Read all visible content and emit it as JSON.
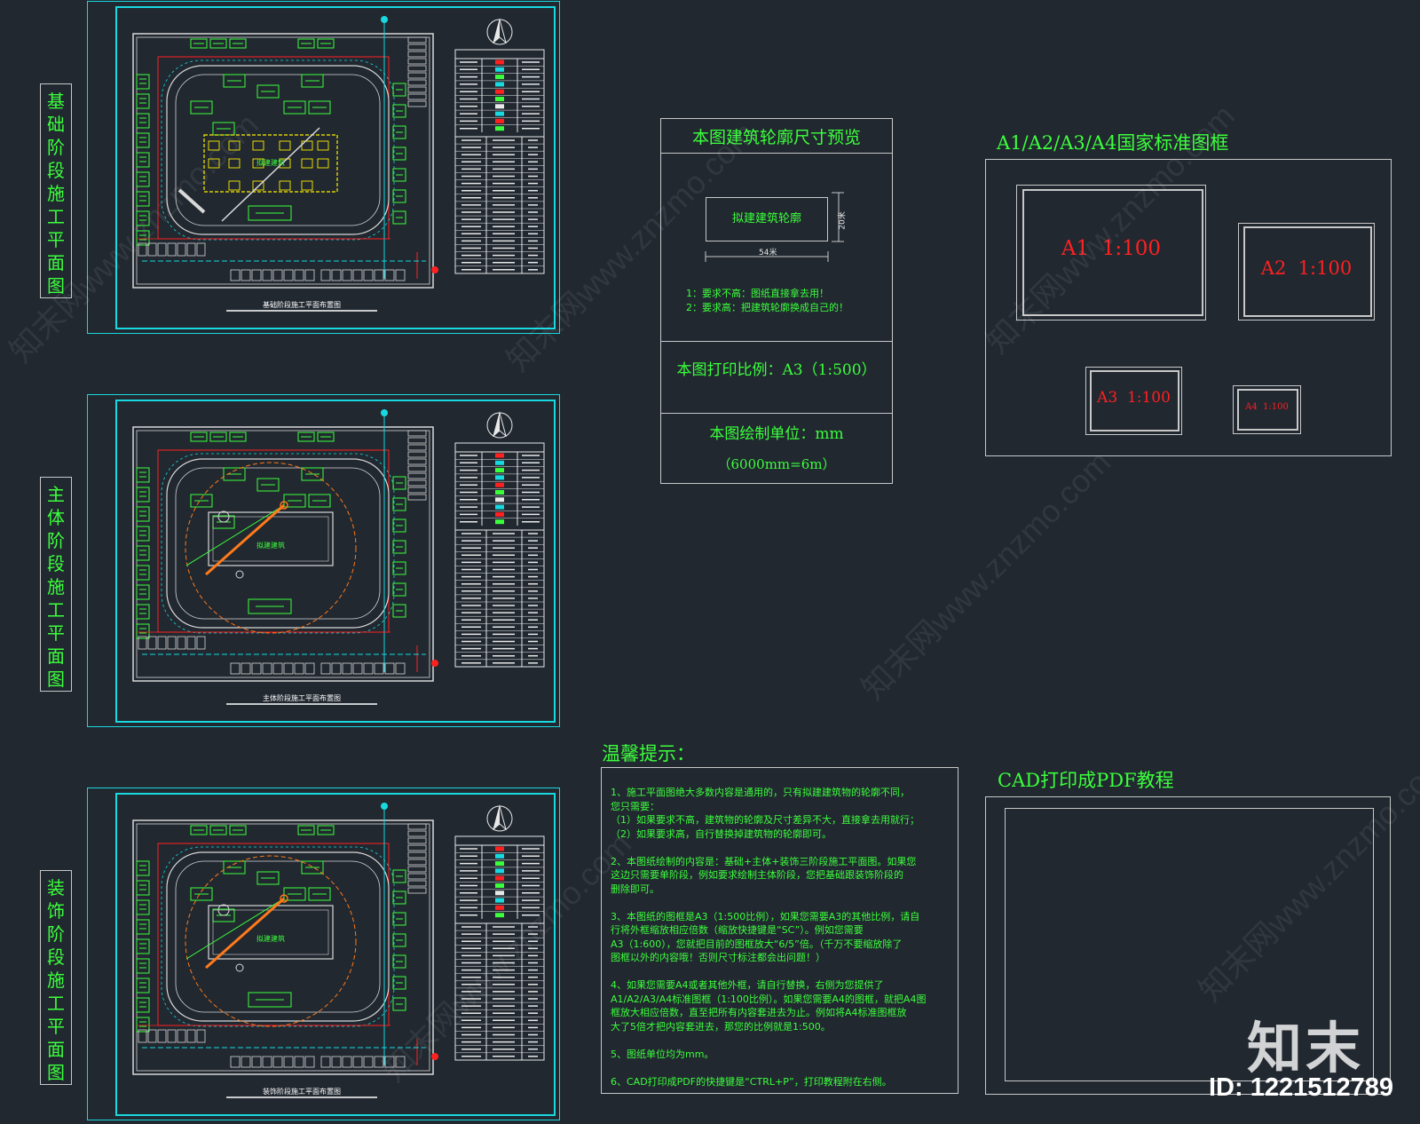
{
  "stages": [
    {
      "label": [
        "基",
        "础",
        "阶",
        "段",
        "施",
        "工",
        "平",
        "面",
        "图"
      ],
      "plan_title": "基础阶段施工平面布置图",
      "building_label": "拟建建筑"
    },
    {
      "label": [
        "主",
        "体",
        "阶",
        "段",
        "施",
        "工",
        "平",
        "面",
        "图"
      ],
      "plan_title": "主体阶段施工平面布置图",
      "building_label": "拟建建筑"
    },
    {
      "label": [
        "装",
        "饰",
        "阶",
        "段",
        "施",
        "工",
        "平",
        "面",
        "图"
      ],
      "plan_title": "装饰阶段施工平面布置图",
      "building_label": "拟建建筑"
    }
  ],
  "preview": {
    "title": "本图建筑轮廓尺寸预览",
    "building_outline": "拟建建筑轮廓",
    "dim_height": "20米",
    "dim_width": "54米",
    "note1": "1：要求不高：图纸直接拿去用！",
    "note2": "2：要求高：把建筑轮廓换成自己的！",
    "scale": "本图打印比例：A3（1:500）",
    "unit": "本图绘制单位：mm",
    "unit_note": "（6000mm=6m）"
  },
  "frames": {
    "title": "A1/A2/A3/A4国家标准图框",
    "a1": "A1  1:100",
    "a2": "A2  1:100",
    "a3": "A3  1:100",
    "a4": "A4  1:100"
  },
  "tips": {
    "title": "温馨提示：",
    "lines": [
      "1、施工平面图绝大多数内容是通用的，只有拟建建筑物的轮廓不同，",
      "您只需要：",
      "（1）如果要求不高，建筑物的轮廓及尺寸差异不大，直接拿去用就行；",
      "（2）如果要求高，自行替换掉建筑物的轮廓即可。",
      "",
      "2、本图纸绘制的内容是：基础+主体+装饰三阶段施工平面图。如果您",
      "这边只需要单阶段，例如要求绘制主体阶段，您把基础跟装饰阶段的",
      "删除即可。",
      "",
      "3、本图纸的图框是A3（1:500比例），如果您需要A3的其他比例，请自",
      "行将外框缩放相应倍数（缩放快捷键是“SC”）。例如您需要",
      "A3（1:600），您就把目前的图框放大“6/5”倍。（千万不要缩放除了",
      "图框以外的内容哦！否则尺寸标注都会出问题！）",
      "",
      "4、如果您需要A4或者其他外框，请自行替换，右侧为您提供了",
      "A1/A2/A3/A4标准图框（1:100比例）。如果您需要A4的图框，就把A4图",
      "框放大相应倍数，直至把所有内容套进去为止。例如将A4标准图框放",
      "大了5倍才把内容套进去，那您的比例就是1:500。",
      "",
      "5、图纸单位均为mm。",
      "",
      "6、CAD打印成PDF的快捷键是“CTRL+P”，打印教程附在右侧。"
    ]
  },
  "cad_tutorial": {
    "title": "CAD打印成PDF教程"
  },
  "brand": {
    "logo": "知末",
    "id_text": "ID: 1221512789"
  },
  "watermark_text": "知末网www.znzmo.com",
  "colors": {
    "background": "#212830",
    "cyan": "#18d8e0",
    "green": "#3cff3c",
    "red": "#ff2020",
    "yellow": "#ffee00",
    "orange": "#ff7a1a"
  }
}
